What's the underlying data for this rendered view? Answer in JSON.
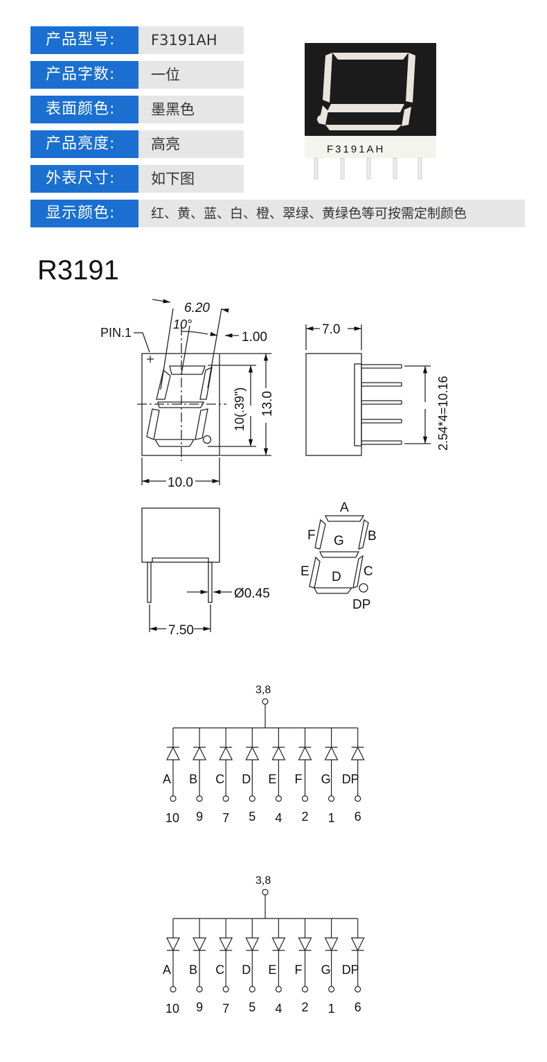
{
  "specs": [
    {
      "label": "产品型号:",
      "value": "F3191AH"
    },
    {
      "label": "产品字数:",
      "value": "一位"
    },
    {
      "label": "表面颜色:",
      "value": "墨黑色"
    },
    {
      "label": "产品亮度:",
      "value": "高亮"
    },
    {
      "label": "外表尺寸:",
      "value": "如下图"
    },
    {
      "label": "显示颜色:",
      "value": "红、黄、蓝、白、橙、翠绿、黄绿色等可按需定制颜色"
    }
  ],
  "photo": {
    "part_marking": "F3191AH"
  },
  "model_title": "R3191",
  "dimensions": {
    "top_width": "6.20",
    "angle": "10°",
    "seg_width": "1.00",
    "pin1": "PIN.1",
    "digit_height": "10(.39\")",
    "height": "13.0",
    "width": "10.0",
    "depth": "7.0",
    "pitch": "2.54*4=10.16",
    "pin_spacing": "7.50",
    "pin_diameter": "Ø0.45"
  },
  "segment_labels": {
    "A": "A",
    "B": "B",
    "C": "C",
    "D": "D",
    "E": "E",
    "F": "F",
    "G": "G",
    "DP": "DP"
  },
  "circuits": [
    {
      "common_pins": "3,8",
      "segments": [
        "A",
        "B",
        "C",
        "D",
        "E",
        "F",
        "G",
        "DP"
      ],
      "pins": [
        "10",
        "9",
        "7",
        "5",
        "4",
        "2",
        "1",
        "6"
      ],
      "direction": "up"
    },
    {
      "common_pins": "3,8",
      "segments": [
        "A",
        "B",
        "C",
        "D",
        "E",
        "F",
        "G",
        "DP"
      ],
      "pins": [
        "10",
        "9",
        "7",
        "5",
        "4",
        "2",
        "1",
        "6"
      ],
      "direction": "down"
    }
  ]
}
